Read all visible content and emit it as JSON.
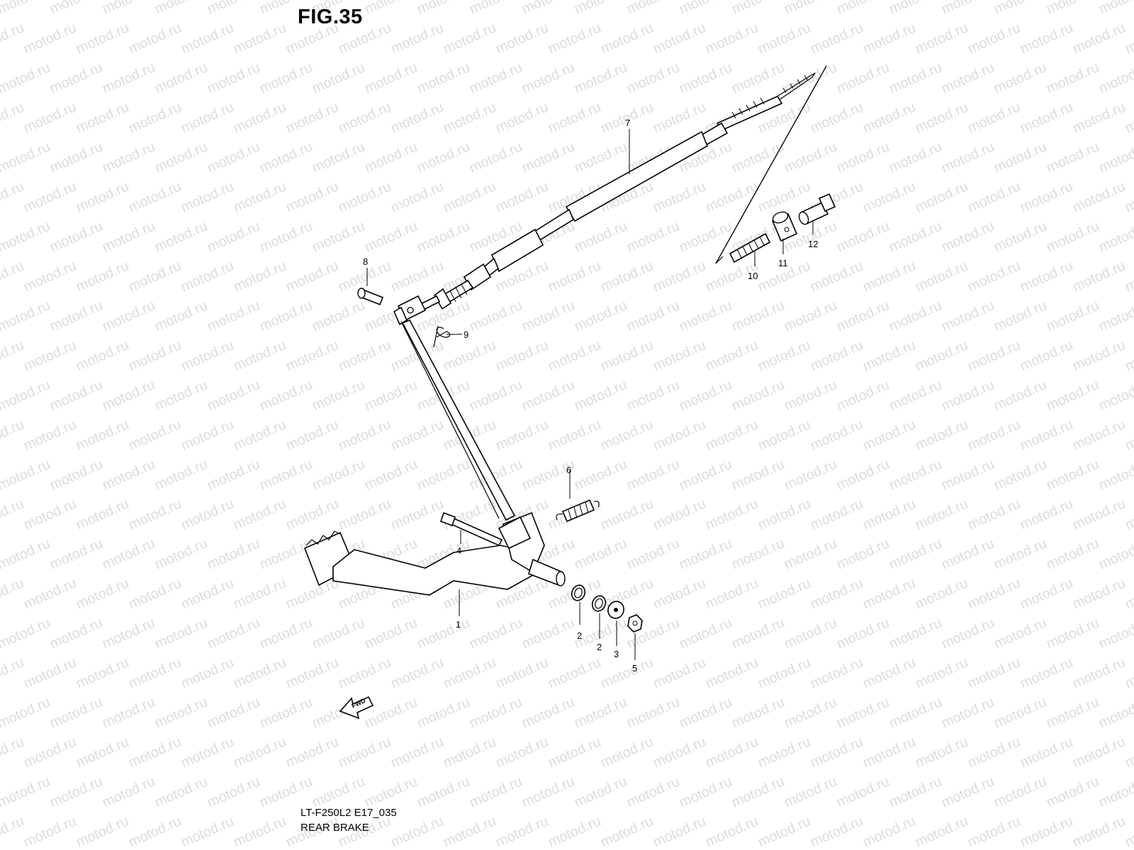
{
  "figure": {
    "title": "FIG.35",
    "code": "LT-F250L2 E17_035",
    "name": "REAR BRAKE",
    "fwd_label": "FWD"
  },
  "watermark": {
    "text": "motod.ru",
    "color": "#dcdcdc"
  },
  "callouts": {
    "p1": "1",
    "p2a": "2",
    "p2b": "2",
    "p3": "3",
    "p4": "4",
    "p5": "5",
    "p6": "6",
    "p7": "7",
    "p8": "8",
    "p9": "9",
    "p10": "10",
    "p11": "11",
    "p12": "12"
  }
}
